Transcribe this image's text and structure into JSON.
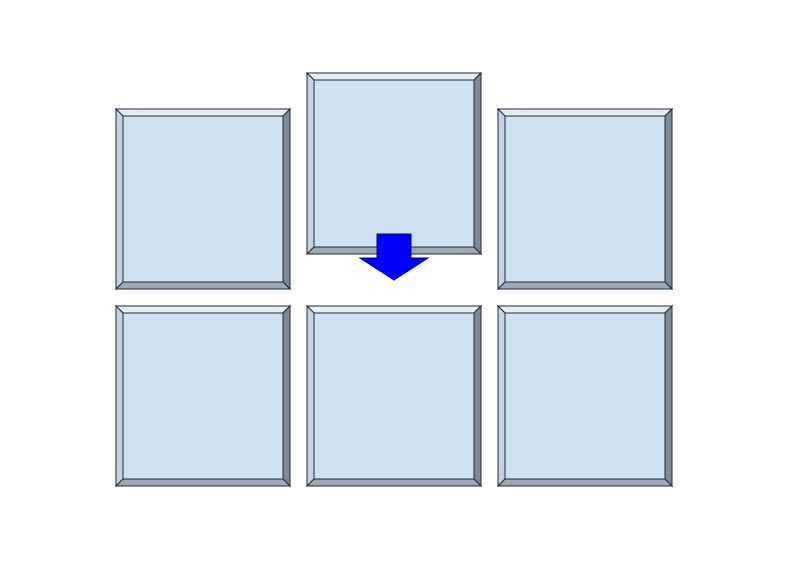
{
  "diagram": {
    "tiles": [
      {
        "id": "top-left"
      },
      {
        "id": "top-center"
      },
      {
        "id": "top-right"
      },
      {
        "id": "bottom-left"
      },
      {
        "id": "bottom-center"
      },
      {
        "id": "bottom-right"
      }
    ],
    "connector": {
      "icon": "arrow-down-icon",
      "direction": "down",
      "from": "top-center",
      "to": "bottom-center"
    },
    "colors": {
      "face": "#cfe2f3",
      "bevel_light": "#e8eef6",
      "bevel_left": "#c4d2e2",
      "bevel_dark": "#7f8a97",
      "bevel_bottom": "#9ea9b6",
      "outline": "#1f2a36",
      "arrow_fill": "#0000ff",
      "arrow_stroke": "#00008a"
    }
  }
}
